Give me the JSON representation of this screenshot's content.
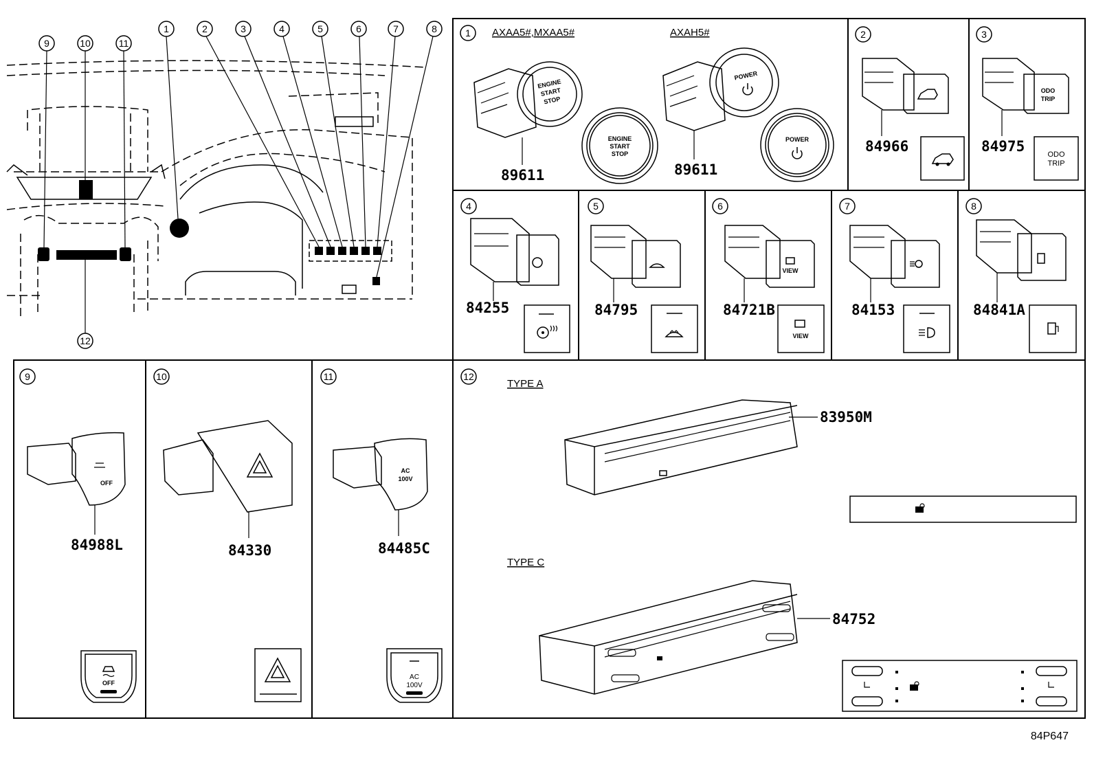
{
  "overview": {
    "callouts": [
      "1",
      "2",
      "3",
      "4",
      "5",
      "6",
      "7",
      "8",
      "9",
      "10",
      "11",
      "12"
    ]
  },
  "cells": {
    "c1": {
      "num": "1",
      "model_a": "AXAA5#,MXAA5#",
      "model_b": "AXAH5#",
      "part_a": "89611",
      "part_b": "89611",
      "btn_a_l1": "ENGINE",
      "btn_a_l2": "START",
      "btn_a_l3": "STOP",
      "btn_b_l1": "POWER"
    },
    "c2": {
      "num": "2",
      "part": "84966"
    },
    "c3": {
      "num": "3",
      "part": "84975",
      "icon_l1": "ODO",
      "icon_l2": "TRIP"
    },
    "c4": {
      "num": "4",
      "part": "84255"
    },
    "c5": {
      "num": "5",
      "part": "84795"
    },
    "c6": {
      "num": "6",
      "part": "84721B",
      "icon_label": "VIEW"
    },
    "c7": {
      "num": "7",
      "part": "84153"
    },
    "c8": {
      "num": "8",
      "part": "84841A"
    },
    "c9": {
      "num": "9",
      "part": "84988L",
      "icon_label": "OFF"
    },
    "c10": {
      "num": "10",
      "part": "84330"
    },
    "c11": {
      "num": "11",
      "part": "84485C",
      "icon_l1": "AC",
      "icon_l2": "100V"
    },
    "c12": {
      "num": "12",
      "type_a": "TYPE A",
      "part_a": "83950M",
      "type_c": "TYPE C",
      "part_c": "84752"
    }
  },
  "diagram_code": "84P647",
  "icons": [
    "power-symbol-icon",
    "off-road-car-icon",
    "steering-heater-icon",
    "windshield-deicer-icon",
    "camera-view-icon",
    "auto-headlight-icon",
    "fuel-door-icon",
    "traction-off-icon",
    "hazard-triangle-icon",
    "child-lock-icon",
    "seat-heater-icon"
  ]
}
